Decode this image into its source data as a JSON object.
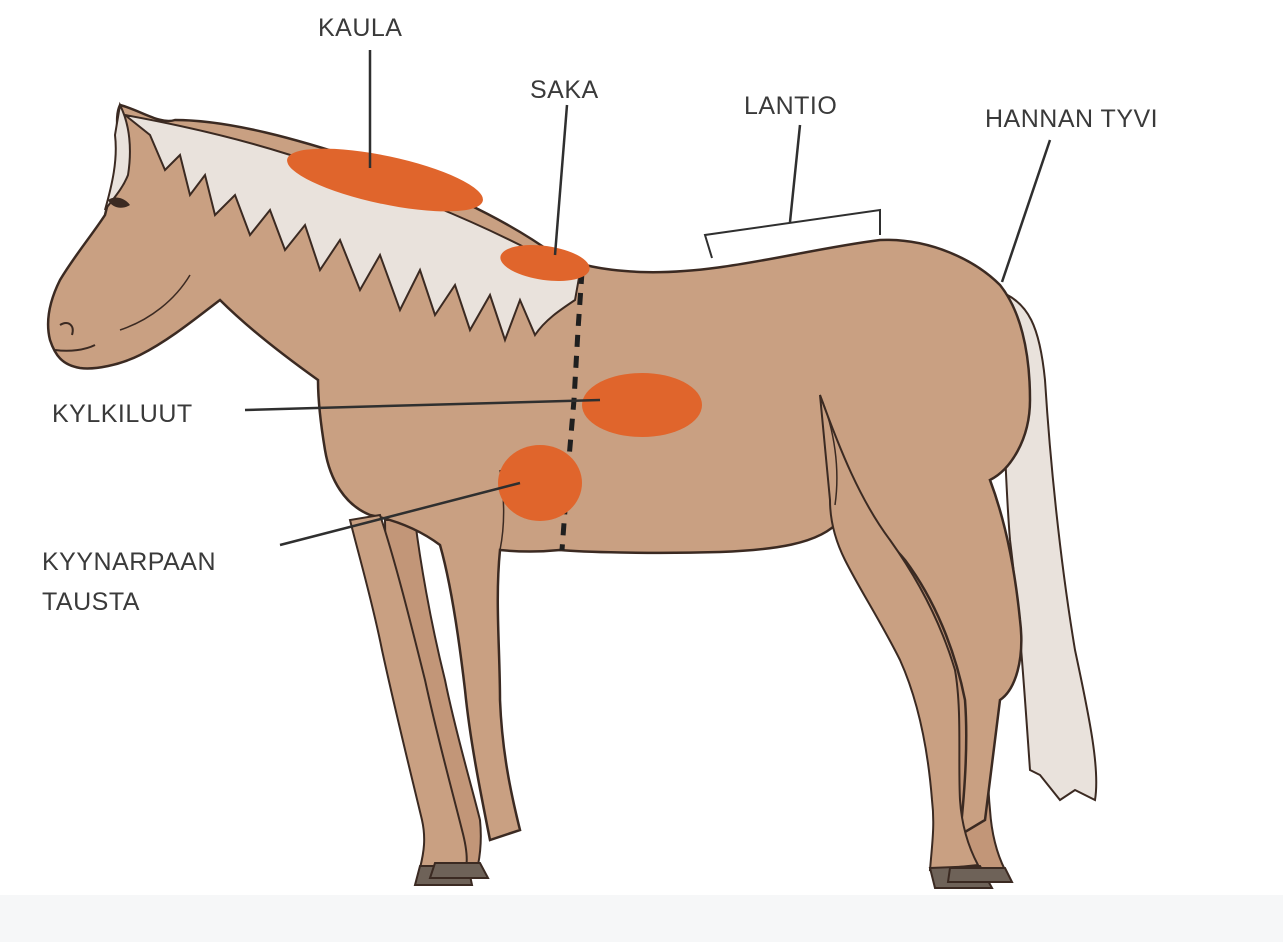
{
  "labels": {
    "kaula": "KAULA",
    "saka": "SAKA",
    "lantio": "LANTIO",
    "hannan_tyvi": "HANNAN TYVI",
    "kylkiluut": "KYLKILUUT",
    "kyynarpaan_line1": "KYYNARPAAN",
    "kyynarpaan_line2": "TAUSTA"
  },
  "colors": {
    "body": "#c9a082",
    "mane": "#e9e2dc",
    "outline": "#3b2a22",
    "hoof": "#6e6258",
    "marker": "#e0652c",
    "line": "#2f2f2f"
  }
}
